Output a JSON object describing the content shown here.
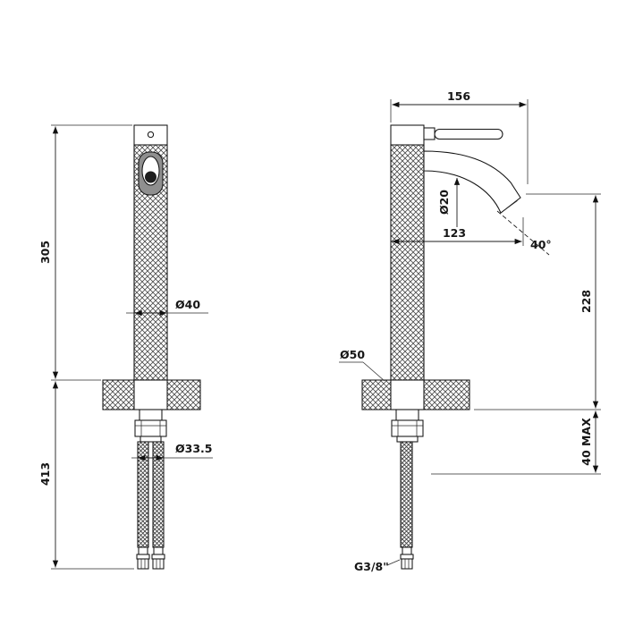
{
  "drawing": {
    "front_view": {
      "dim_height_upper": "305",
      "dim_height_lower": "413",
      "dim_body_diameter": "Ø40",
      "dim_hose_diameter": "Ø33.5"
    },
    "side_view": {
      "dim_overall_depth": "156",
      "dim_spout_diameter": "Ø20",
      "dim_spout_reach": "123",
      "dim_spout_angle": "40°",
      "dim_outlet_height": "228",
      "dim_max_deck_thickness": "40 MAX",
      "dim_base_diameter": "Ø50",
      "dim_thread": "G3/8\""
    }
  }
}
